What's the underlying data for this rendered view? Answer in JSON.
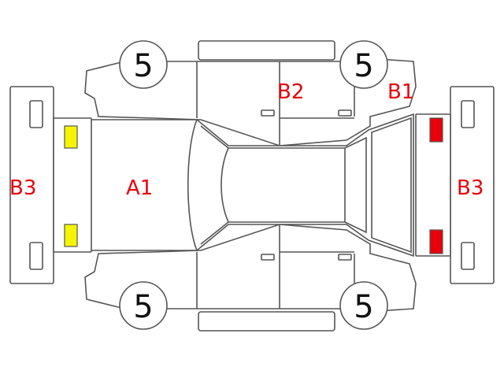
{
  "colors": {
    "damage_label": "#e8000b",
    "marker_yellow": "#f5f500",
    "marker_red": "#e8000b",
    "outline": "#555555"
  },
  "labels": {
    "a1": "A1",
    "b1": "B1",
    "b2": "B2",
    "b3_left": "B3",
    "b3_right": "B3"
  },
  "wheels": {
    "front_left": "5",
    "rear_left": "5",
    "front_right": "5",
    "rear_right": "5"
  }
}
